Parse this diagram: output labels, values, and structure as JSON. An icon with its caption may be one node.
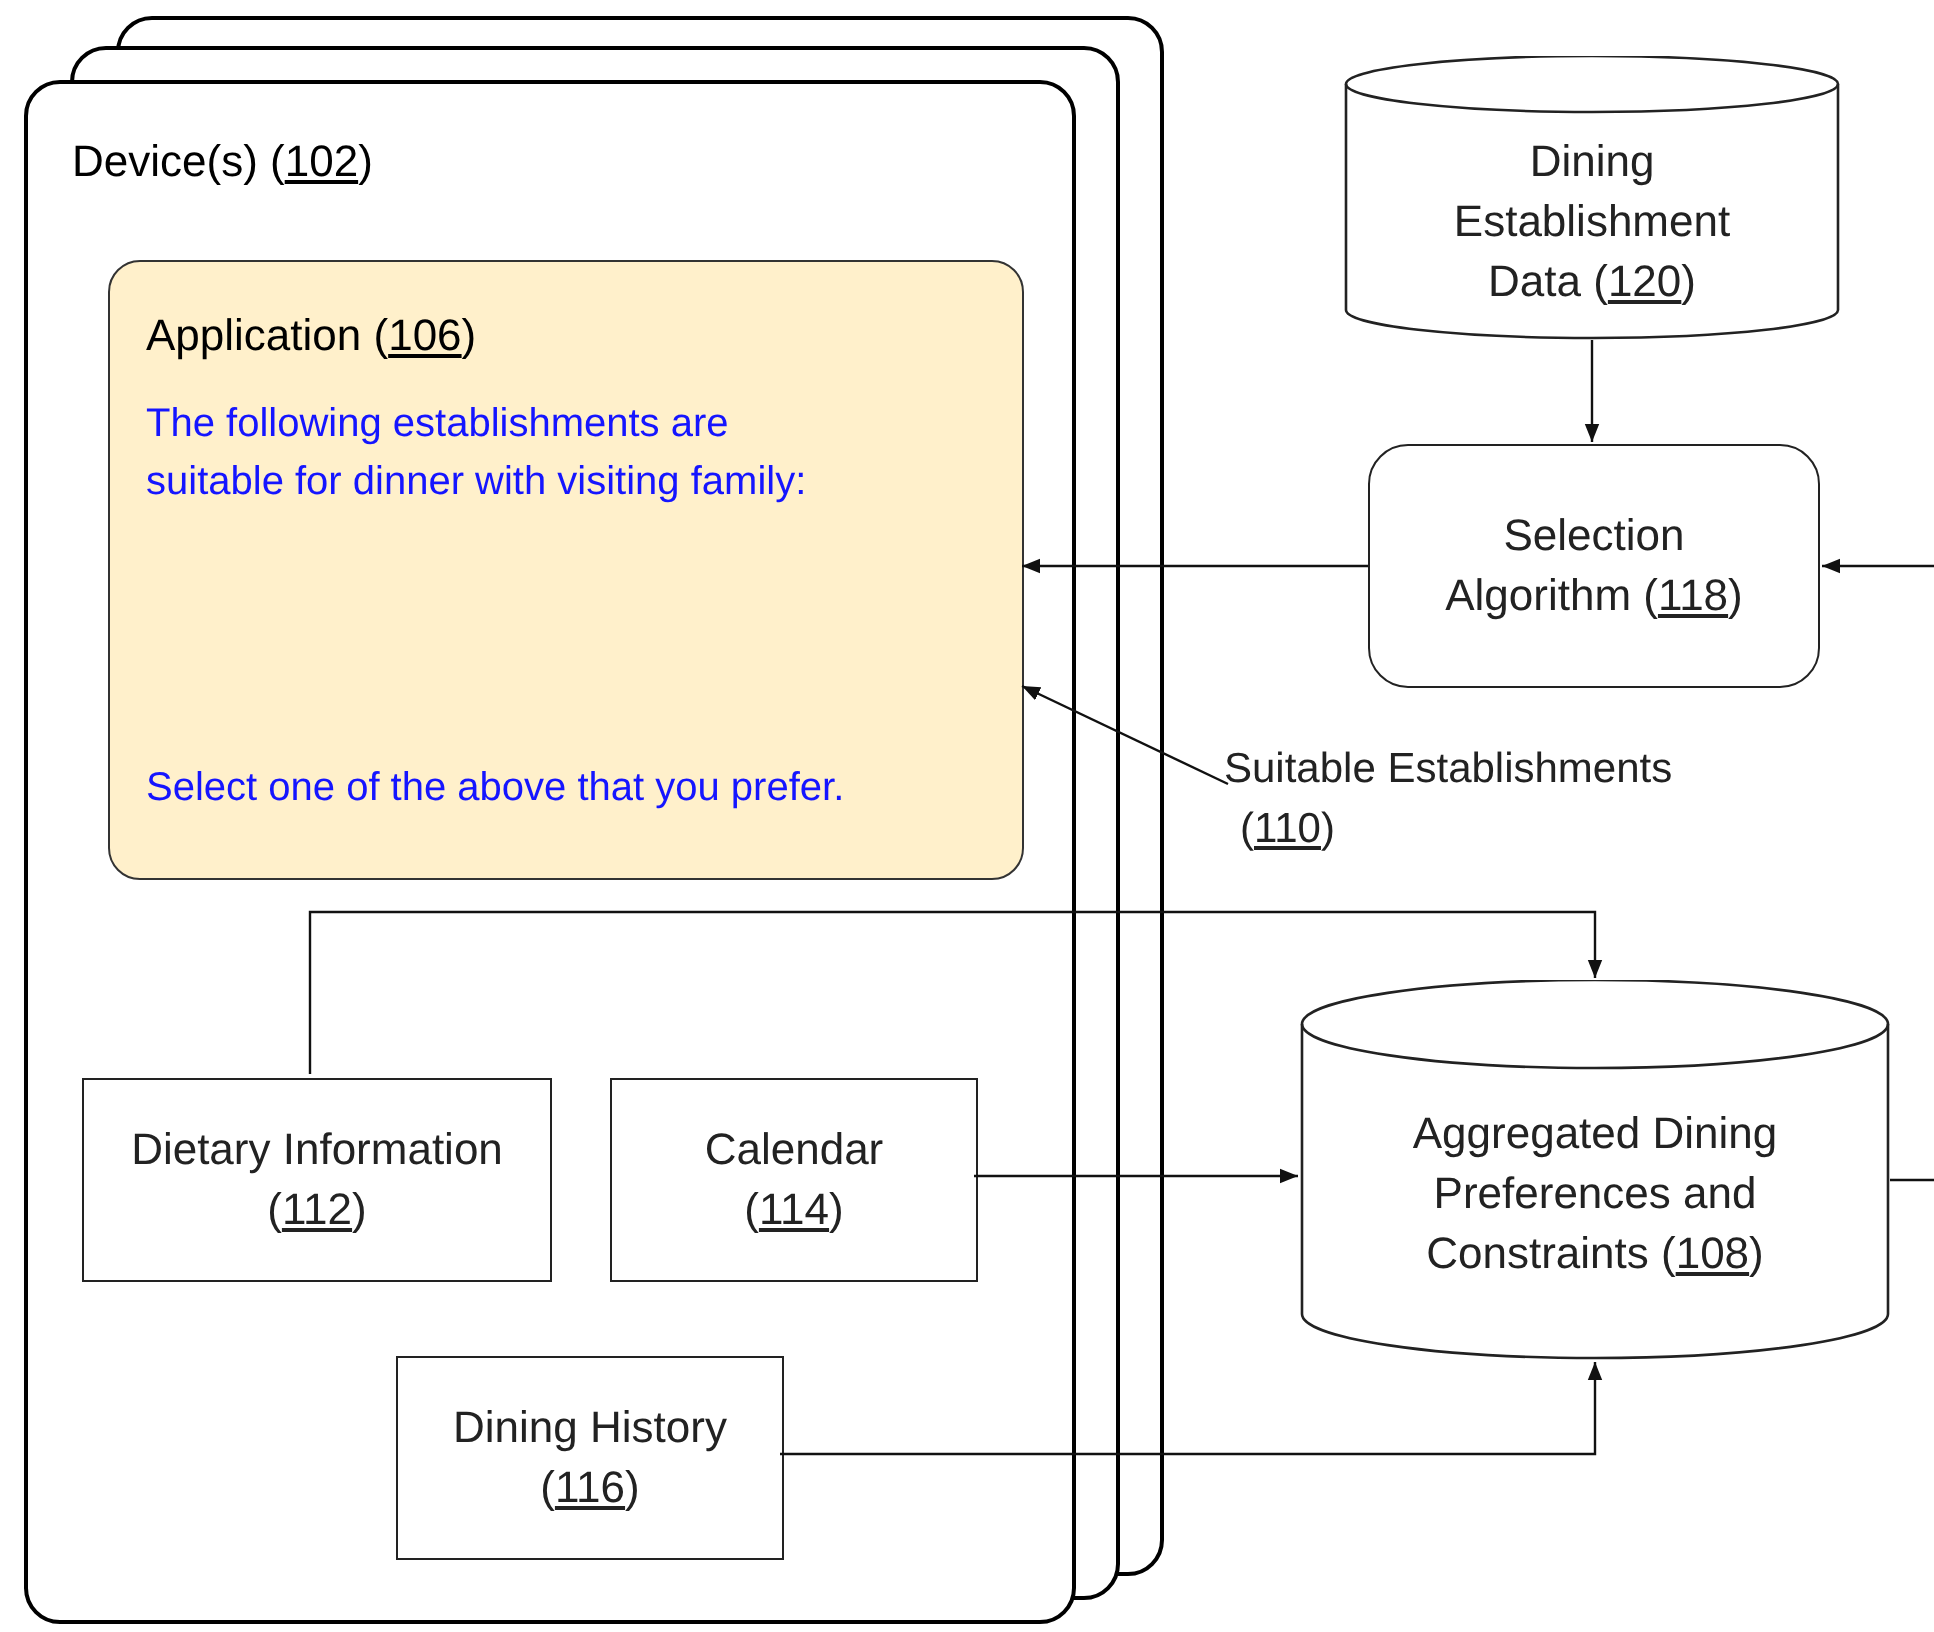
{
  "diagram": {
    "nodes": [
      {
        "text": [
          "Device(s) (102)"
        ]
      },
      {
        "text": [
          "Application (106)",
          "The following establishments are suitable for dinner with visiting family:",
          "Select one of the above that you prefer."
        ],
        "in": 0
      },
      {
        "text": [
          "Dietary Information (112)"
        ],
        "in": 0
      },
      {
        "text": [
          "Calendar (114)"
        ],
        "in": 0
      },
      {
        "text": [
          "Dining History (116)"
        ],
        "in": 0
      },
      {
        "text": [
          "Dining Establishment Data (120)"
        ]
      },
      {
        "text": [
          "Selection Algorithm (118)"
        ]
      },
      {
        "text": [
          "Suitable Establishments (110)"
        ]
      },
      {
        "text": [
          "Aggregated Dining Preferences and Constraints (108)"
        ]
      }
    ],
    "edges": [
      {
        "from": 5,
        "to": 6,
        "arrow": "to"
      },
      {
        "from": 6,
        "to": 1,
        "arrow": "to"
      },
      {
        "from": null,
        "to": 6,
        "arrow": "to"
      },
      {
        "from": 7,
        "to": 1,
        "arrow": "to"
      },
      {
        "from": 2,
        "to": 8,
        "arrow": "to"
      },
      {
        "from": 3,
        "to": 8,
        "arrow": "to"
      },
      {
        "from": 4,
        "to": 8,
        "arrow": "to"
      },
      {
        "from": 8,
        "to": null,
        "arrow": "none"
      }
    ]
  }
}
